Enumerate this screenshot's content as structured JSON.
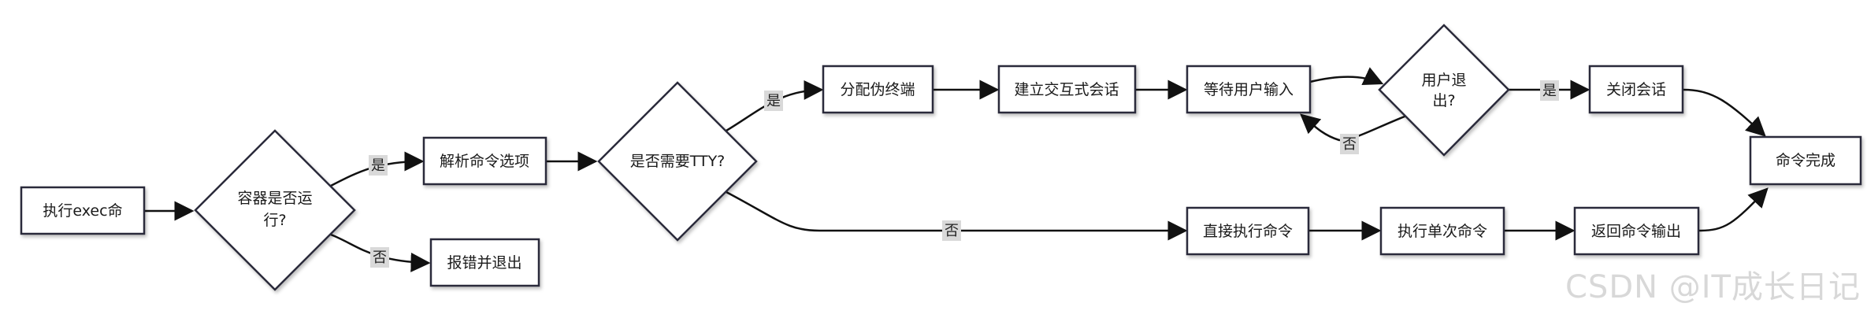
{
  "nodes": {
    "exec_cmd": "执行exec命",
    "container_running_l1": "容器是否运",
    "container_running_l2": "行?",
    "parse_opts": "解析命令选项",
    "error_exit": "报错并退出",
    "need_tty": "是否需要TTY?",
    "alloc_pty": "分配伪终端",
    "interactive_session": "建立交互式会话",
    "wait_input": "等待用户输入",
    "user_exit_l1": "用户退",
    "user_exit_l2": "出?",
    "close_session": "关闭会话",
    "cmd_done": "命令完成",
    "direct_exec": "直接执行命令",
    "exec_single": "执行单次命令",
    "return_output": "返回命令输出"
  },
  "edge_labels": {
    "yes": "是",
    "no": "否"
  },
  "watermark": "CSDN @IT成长日记",
  "colors": {
    "stroke": "#2b2b3a",
    "label_bg": "#d9d9d9",
    "watermark": "#d8d8d8"
  }
}
